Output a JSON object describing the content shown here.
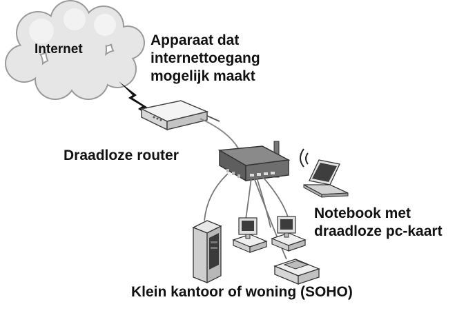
{
  "labels": {
    "internet": "Internet",
    "access_device": [
      "Apparaat dat",
      "internettoegang",
      "mogelijk maakt"
    ],
    "wireless_router": "Draadloze router",
    "notebook": [
      "Notebook met",
      "draadloze pc-kaart"
    ],
    "soho": "Klein kantoor of woning (SOHO)"
  },
  "colors": {
    "cloud": "#e2e2e2",
    "cloud_edge": "#9a9a9a",
    "router_dark": "#6e6e6e",
    "device_light": "#f2f2f2",
    "outline": "#333333",
    "text": "#111111"
  },
  "icons": [
    "cloud-icon",
    "lightning-bolt-icon",
    "modem-icon",
    "wireless-router-icon",
    "tower-server-icon",
    "desktop-pc-icon",
    "printer-icon",
    "laptop-icon",
    "wireless-signal-icon"
  ]
}
